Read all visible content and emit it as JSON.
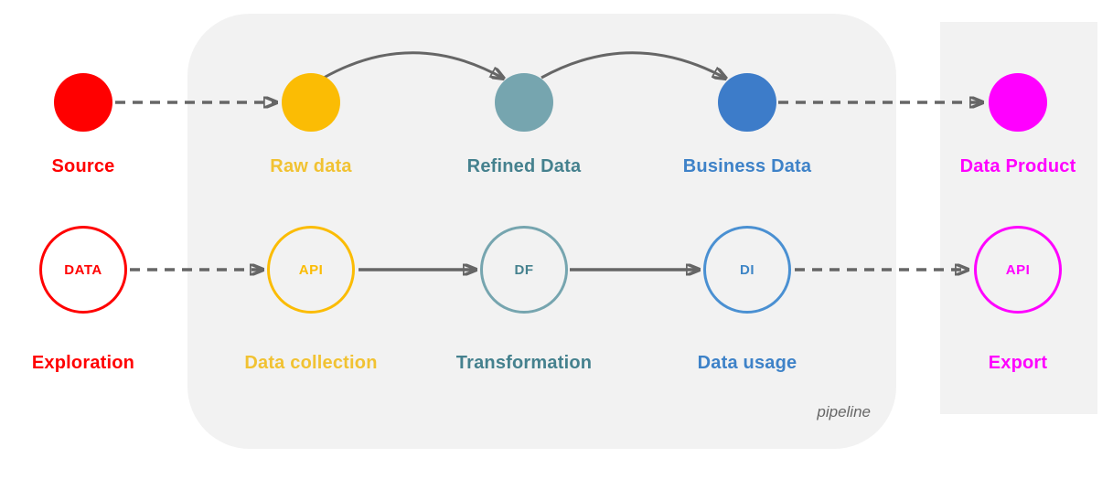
{
  "diagram": {
    "canvas_background": "#ffffff",
    "arrow_color": "#666666",
    "groups": {
      "pipeline": {
        "label": "pipeline",
        "label_color": "#666666",
        "background": "#f2f2f2"
      },
      "export": {
        "background": "#f2f2f2"
      }
    },
    "columns": [
      {
        "id": "source",
        "stage": {
          "label": "Source",
          "label_color": "#ff0000",
          "fill": "#ff0000"
        },
        "process": {
          "circle_text": "DATA",
          "stroke": "#ff0000",
          "text_color": "#ff0000",
          "label": "Exploration",
          "label_color": "#ff0000"
        }
      },
      {
        "id": "raw-data",
        "stage": {
          "label": "Raw data",
          "label_color": "#f1c232",
          "fill": "#fbbc04"
        },
        "process": {
          "circle_text": "API",
          "stroke": "#fbbc04",
          "text_color": "#fbbc04",
          "label": "Data collection",
          "label_color": "#f1c232"
        }
      },
      {
        "id": "refined-data",
        "stage": {
          "label": "Refined Data",
          "label_color": "#45818e",
          "fill": "#76a5af"
        },
        "process": {
          "circle_text": "DF",
          "stroke": "#76a5af",
          "text_color": "#45818e",
          "label": "Transformation",
          "label_color": "#45818e"
        }
      },
      {
        "id": "business-data",
        "stage": {
          "label": "Business Data",
          "label_color": "#3e82c8",
          "fill": "#3d7cc9"
        },
        "process": {
          "circle_text": "DI",
          "stroke": "#4a90d2",
          "text_color": "#3d85c6",
          "label": "Data usage",
          "label_color": "#3e82c8"
        }
      },
      {
        "id": "data-product",
        "stage": {
          "label": "Data Product",
          "label_color": "#ff00ff",
          "fill": "#ff00ff"
        },
        "process": {
          "circle_text": "API",
          "stroke": "#ff00ff",
          "text_color": "#ff00ff",
          "label": "Export",
          "label_color": "#ff00ff"
        }
      }
    ],
    "edges": [
      {
        "from": "source",
        "to": "raw-data",
        "row": "stage",
        "style": "dashed"
      },
      {
        "from": "raw-data",
        "to": "refined-data",
        "row": "stage",
        "style": "curved-solid"
      },
      {
        "from": "refined-data",
        "to": "business-data",
        "row": "stage",
        "style": "curved-solid"
      },
      {
        "from": "business-data",
        "to": "data-product",
        "row": "stage",
        "style": "dashed"
      },
      {
        "from": "source",
        "to": "raw-data",
        "row": "process",
        "style": "dashed"
      },
      {
        "from": "raw-data",
        "to": "refined-data",
        "row": "process",
        "style": "solid"
      },
      {
        "from": "refined-data",
        "to": "business-data",
        "row": "process",
        "style": "solid"
      },
      {
        "from": "business-data",
        "to": "data-product",
        "row": "process",
        "style": "dashed"
      }
    ]
  }
}
